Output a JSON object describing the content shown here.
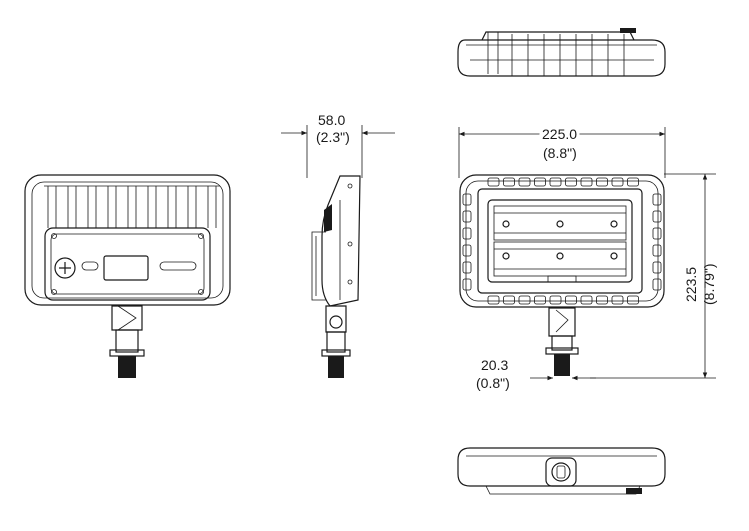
{
  "dimensions": {
    "depth": {
      "mm": "58.0",
      "inch": "(2.3\")"
    },
    "width": {
      "mm": "225.0",
      "inch": "(8.8\")"
    },
    "height": {
      "mm": "223.5",
      "inch": "(8.79\")"
    },
    "knuckle": {
      "mm": "20.3",
      "inch": "(0.8\")"
    }
  },
  "colors": {
    "ink": "#1a1a1a",
    "background": "#ffffff"
  },
  "views": [
    "rear-view",
    "side-view",
    "top-view",
    "front-view",
    "bottom-view"
  ]
}
